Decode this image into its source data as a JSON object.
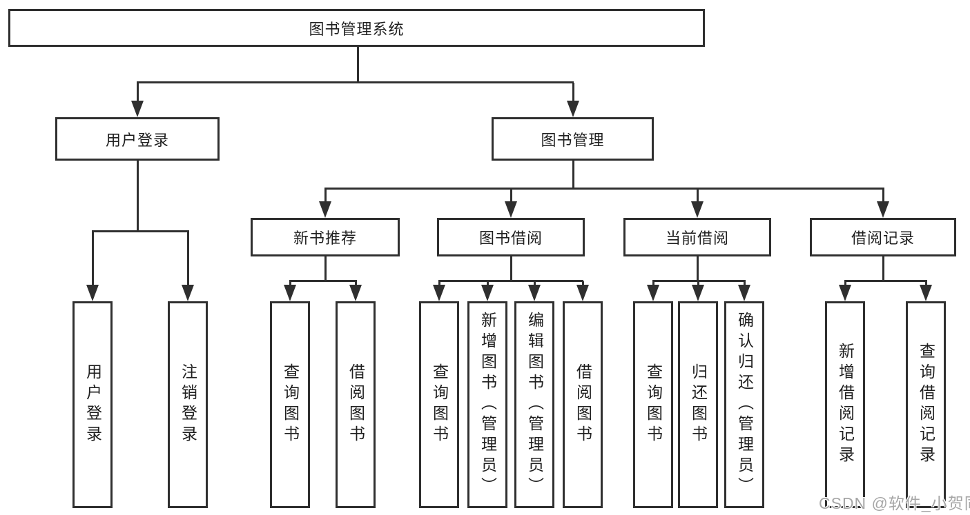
{
  "diagram_type": "hierarchy-tree",
  "tree": {
    "label": "图书管理系统",
    "children": [
      {
        "label": "用户登录",
        "children": [
          {
            "label": "用户登录"
          },
          {
            "label": "注销登录"
          }
        ]
      },
      {
        "label": "图书管理",
        "children": [
          {
            "label": "新书推荐",
            "children": [
              {
                "label": "查询图书"
              },
              {
                "label": "借阅图书"
              }
            ]
          },
          {
            "label": "图书借阅",
            "children": [
              {
                "label": "查询图书"
              },
              {
                "label": "新增图书（管理员）"
              },
              {
                "label": "编辑图书（管理员）"
              },
              {
                "label": "借阅图书"
              }
            ]
          },
          {
            "label": "当前借阅",
            "children": [
              {
                "label": "查询图书"
              },
              {
                "label": "归还图书"
              },
              {
                "label": "确认归还（管理员）"
              }
            ]
          },
          {
            "label": "借阅记录",
            "children": [
              {
                "label": "新增借阅记录"
              },
              {
                "label": "查询借阅记录"
              }
            ]
          }
        ]
      }
    ]
  },
  "watermark": {
    "text": "CSDN @软件_小贺同学"
  },
  "colors": {
    "line": "#2f2f2f",
    "text": "#1f1f1f",
    "bg": "#ffffff",
    "watermark": "#a6a6a6"
  }
}
